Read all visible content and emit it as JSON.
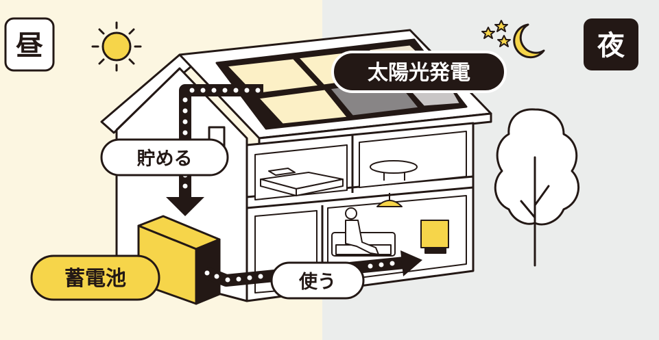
{
  "labels": {
    "day": "昼",
    "night": "夜",
    "solar": "太陽光発電",
    "store": "貯める",
    "battery": "蓄電池",
    "use": "使う"
  },
  "icons": {
    "sun": "sun-icon",
    "moon": "moon-icon",
    "stars": "stars-icon",
    "tree": "tree-icon"
  },
  "colors": {
    "day_bg": "#FCF6E1",
    "night_bg": "#EBEDEC",
    "accent_yellow": "#F6D54A",
    "ink": "#231815",
    "white": "#FFFFFF",
    "panel_dark": "#3A3433"
  }
}
